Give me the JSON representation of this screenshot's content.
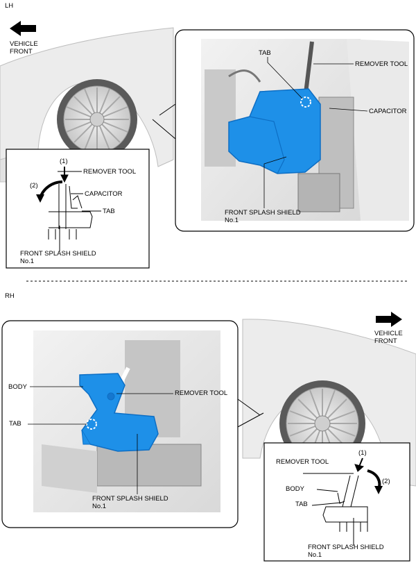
{
  "lh": {
    "section_label": "LH",
    "direction": "VEHICLE\nFRONT",
    "photo_labels": {
      "tab": "TAB",
      "remover_tool": "REMOVER TOOL",
      "capacitor": "CAPACITOR",
      "splash_shield": "FRONT SPLASH SHIELD\nNo.1"
    },
    "detail_labels": {
      "step1": "(1)",
      "step2": "(2)",
      "remover_tool": "REMOVER TOOL",
      "capacitor": "CAPACITOR",
      "tab": "TAB",
      "splash_shield": "FRONT SPLASH SHIELD\nNo.1"
    }
  },
  "rh": {
    "section_label": "RH",
    "direction": "VEHICLE\nFRONT",
    "photo_labels": {
      "body": "BODY",
      "remover_tool": "REMOVER TOOL",
      "tab": "TAB",
      "splash_shield": "FRONT SPLASH SHIELD\nNo.1"
    },
    "detail_labels": {
      "step1": "(1)",
      "step2": "(2)",
      "remover_tool": "REMOVER TOOL",
      "body": "BODY",
      "tab": "TAB",
      "splash_shield": "FRONT SPLASH SHIELD\nNo.1"
    }
  },
  "colors": {
    "shield": "#1e90e8",
    "shield_dark": "#0d6ec4",
    "line": "#222222",
    "car": "#d8d8d8"
  }
}
